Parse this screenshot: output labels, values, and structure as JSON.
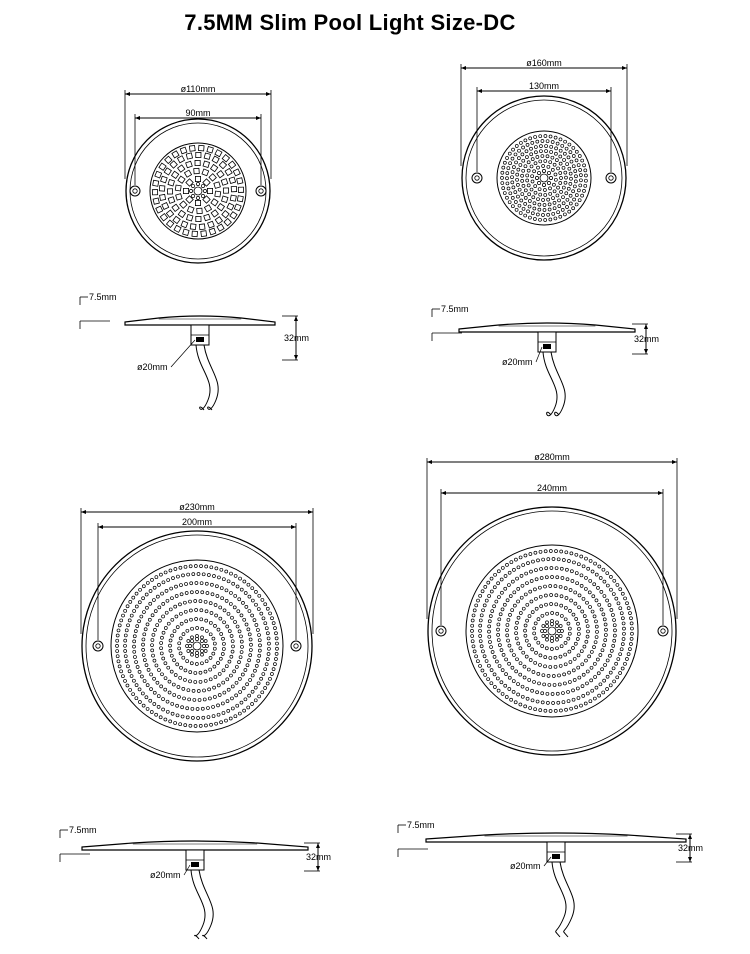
{
  "title": "7.5MM Slim Pool Light Size-DC",
  "lights": [
    {
      "name": "light-110",
      "outer_label": "ø110mm",
      "inner_label": "90mm",
      "thickness_label": "7.5mm",
      "height_label": "32mm",
      "cable_label": "ø20mm"
    },
    {
      "name": "light-160",
      "outer_label": "ø160mm",
      "inner_label": "130mm",
      "thickness_label": "7.5mm",
      "height_label": "32mm",
      "cable_label": "ø20mm"
    },
    {
      "name": "light-230",
      "outer_label": "ø230mm",
      "inner_label": "200mm",
      "thickness_label": "7.5mm",
      "height_label": "32mm",
      "cable_label": "ø20mm"
    },
    {
      "name": "light-280",
      "outer_label": "ø280mm",
      "inner_label": "240mm",
      "thickness_label": "7.5mm",
      "height_label": "32mm",
      "cable_label": "ø20mm"
    }
  ]
}
